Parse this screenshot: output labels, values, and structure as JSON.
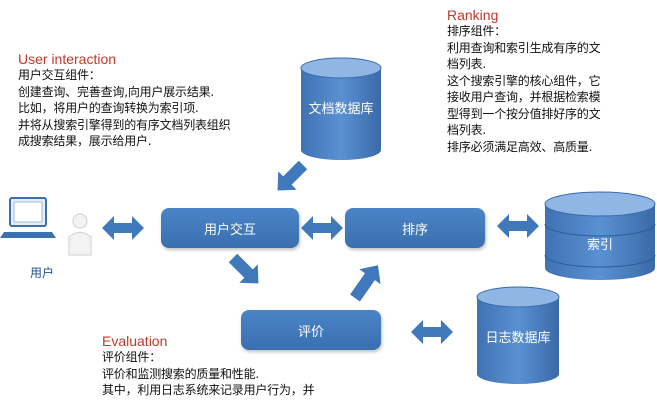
{
  "user_interaction": {
    "heading": "User interaction",
    "lines": [
      "用户交互组件：",
      "创建查询、完善查询,向用户展示结果.",
      "比如，将用户的查询转换为索引项.",
      "并将从搜索引擎得到的有序文档列表组织",
      "成搜索结果，展示给用户."
    ]
  },
  "ranking": {
    "heading": "Ranking",
    "lines": [
      "排序组件：",
      "利用查询和索引生成有序的文",
      "档列表.",
      "这个搜索引擎的核心组件，它",
      "接收用户查询，并根据检索模",
      "型得到一个按分值排好序的文",
      "档列表.",
      "排序必须满足高效、高质量."
    ]
  },
  "evaluation": {
    "heading": "Evaluation",
    "lines": [
      "评价组件：",
      "评价和监测搜索的质量和性能.",
      "其中，利用日志系统来记录用户行为，并"
    ]
  },
  "nodes": {
    "user_interaction_box": "用户交互",
    "ranking_box": "排序",
    "evaluation_box": "评价",
    "doc_db": "文档数据库",
    "index": "索引",
    "log_db": "日志数据库",
    "user": "用户"
  },
  "colors": {
    "box": "#3f78bb",
    "arrow": "#3f78bb",
    "heading": "#c0392b",
    "user_icon": "#3a6fb0"
  }
}
